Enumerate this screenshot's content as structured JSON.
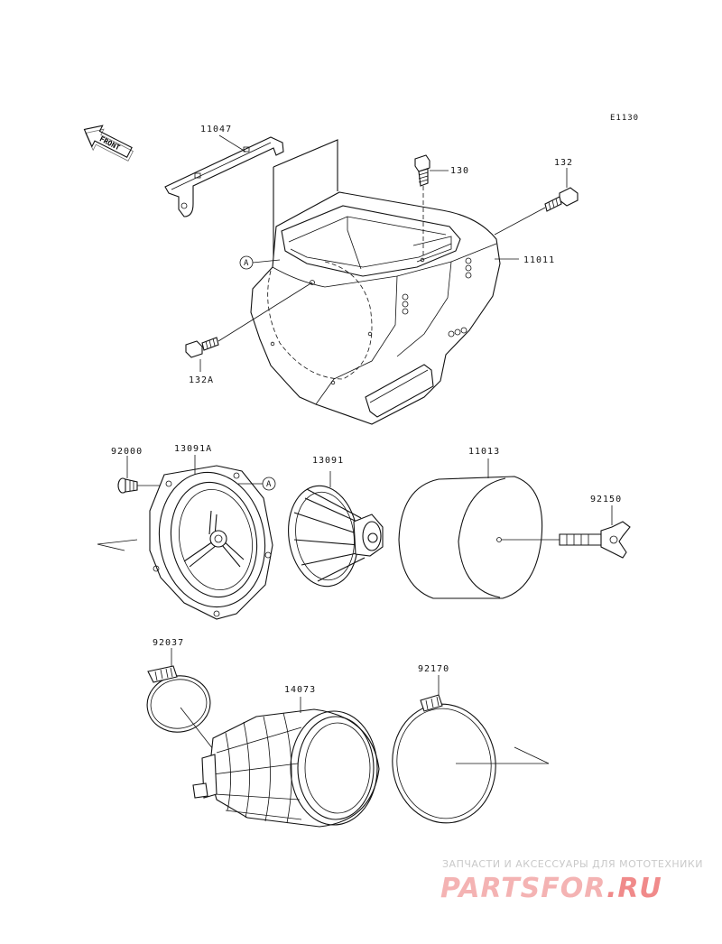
{
  "diagram": {
    "code": "E1130",
    "front_label": "FRONT",
    "callout_letter": "A",
    "parts": {
      "bracket": "11047",
      "bolt_top": "130",
      "bolt_right": "132",
      "air_box": "11011",
      "bolt_left": "132A",
      "screw": "92000",
      "holder": "13091A",
      "cage": "13091",
      "filter": "11013",
      "wing_bolt": "92150",
      "clamp_small": "92037",
      "duct": "14073",
      "clamp_large": "92170"
    }
  },
  "watermark": {
    "tagline": "ЗАПЧАСТИ И АКСЕССУАРЫ ДЛЯ МОТОТЕХНИКИ",
    "logo_main": "PARTSFOR",
    "logo_suffix": ".RU",
    "colors": {
      "logo_main": "#f4b3b3",
      "logo_suffix": "#f08a8a",
      "tagline": "#c9c9c9"
    }
  }
}
